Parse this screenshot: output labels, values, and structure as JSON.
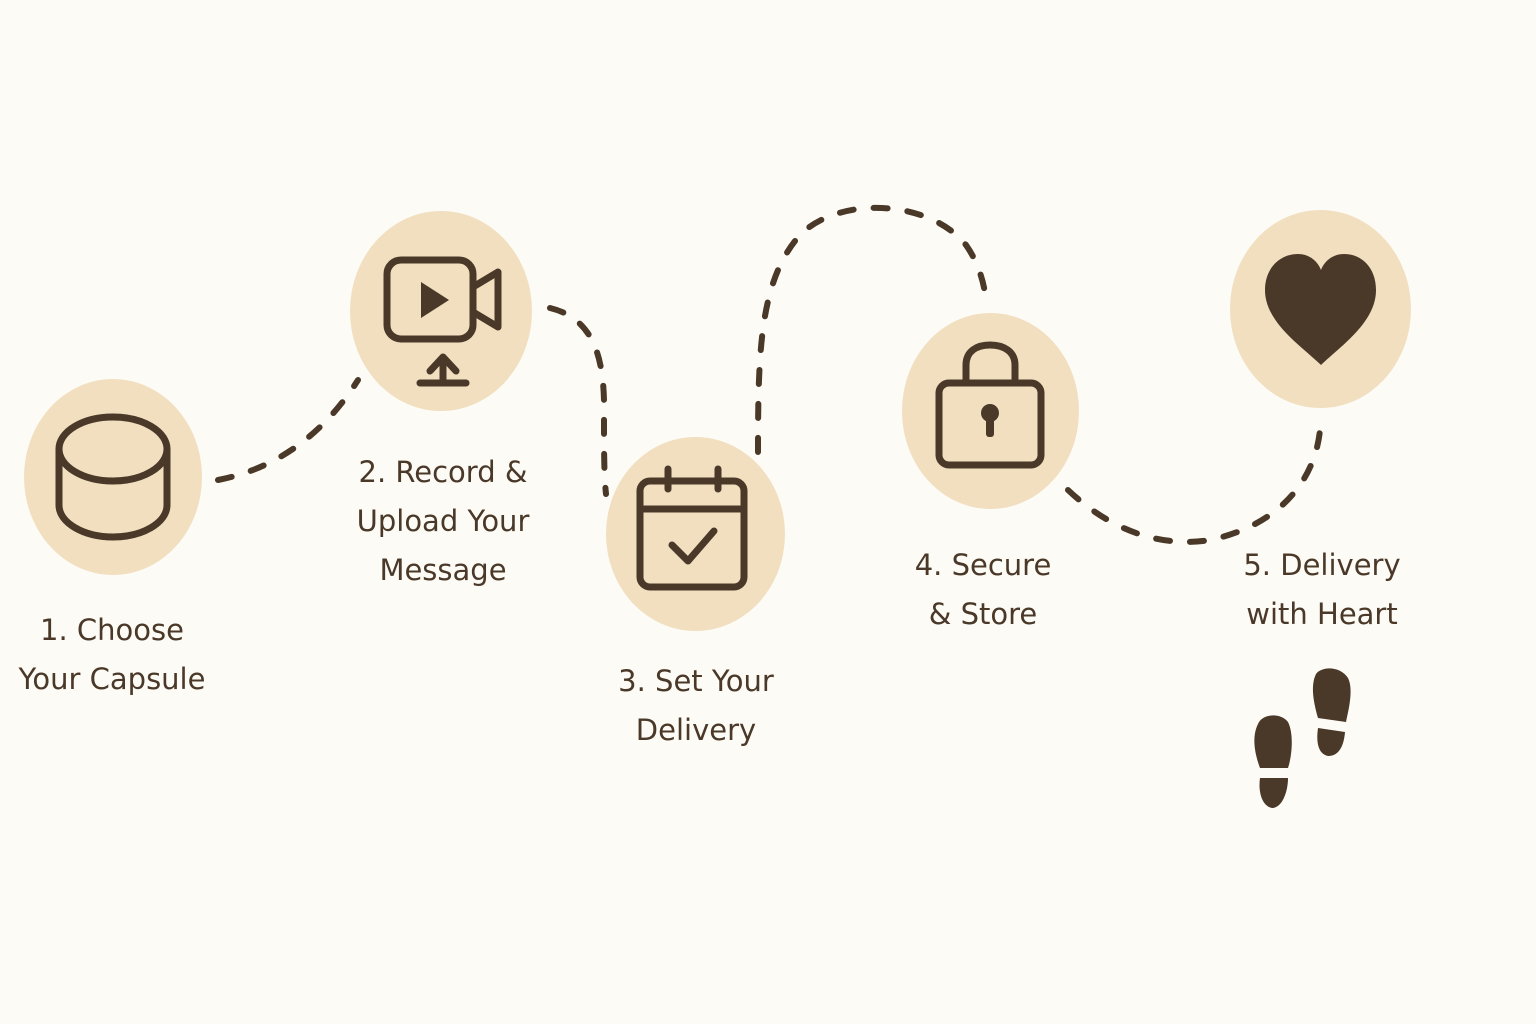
{
  "steps": [
    {
      "label_lines": [
        "1. Choose",
        "Your Capsule"
      ],
      "icon": "capsule-icon"
    },
    {
      "label_lines": [
        "2. Record &",
        "Upload Your",
        "Message"
      ],
      "icon": "video-upload-icon"
    },
    {
      "label_lines": [
        "3. Set Your",
        "Delivery"
      ],
      "icon": "calendar-check-icon"
    },
    {
      "label_lines": [
        "4. Secure",
        "& Store"
      ],
      "icon": "padlock-icon"
    },
    {
      "label_lines": [
        "5. Delivery",
        "with Heart"
      ],
      "icon": "heart-icon"
    }
  ],
  "decoration": {
    "icon": "footprints-icon"
  },
  "colors": {
    "background": "#fdfbf5",
    "circle_fill": "#f1dfc0",
    "ink": "#4a3828"
  }
}
